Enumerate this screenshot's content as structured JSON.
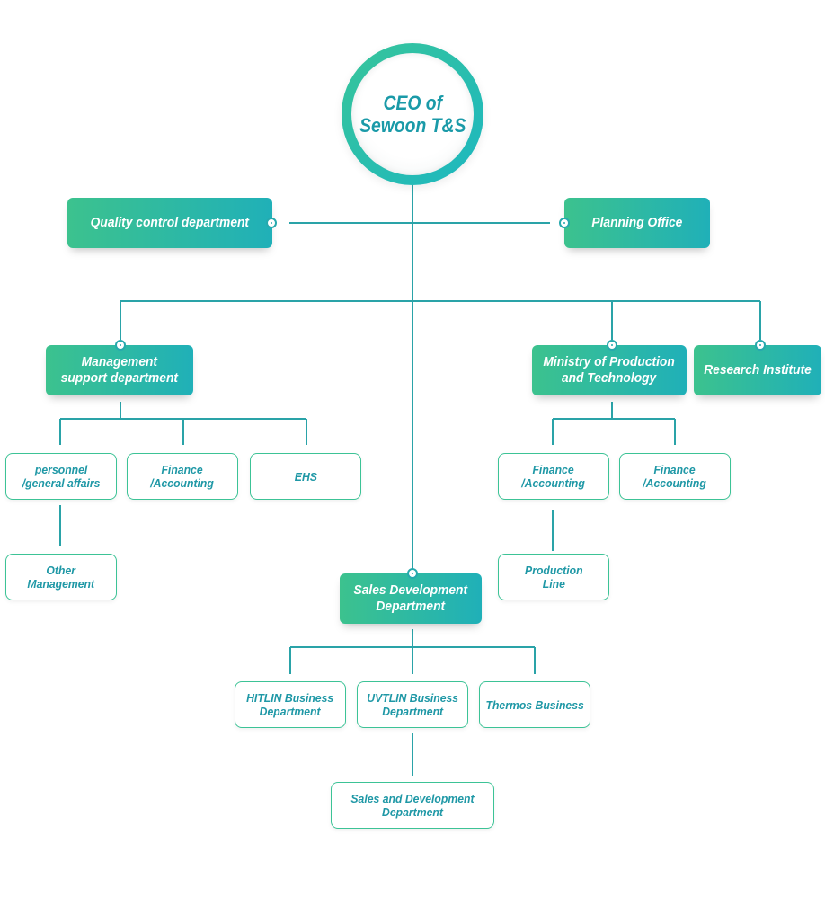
{
  "ceo": {
    "line1": "CEO of",
    "line2": "Sewoon T&S"
  },
  "departments": {
    "quality_control": "Quality control department",
    "planning_office": "Planning Office",
    "management_support": "Management\nsupport department",
    "ministry_production": "Ministry of Production\nand Technology",
    "research_institute": "Research Institute",
    "sales_development": "Sales Development\nDepartment"
  },
  "teams": {
    "personnel": "personnel\n/general affairs",
    "finance_mgmt": "Finance\n/Accounting",
    "ehs": "EHS",
    "other_management": "Other\nManagement",
    "finance_prod_1": "Finance\n/Accounting",
    "finance_prod_2": "Finance\n/Accounting",
    "production_line": "Production\nLine",
    "hitlin": "HITLIN Business\nDepartment",
    "uvtlin": "UVTLIN Business\nDepartment",
    "thermos": "Thermos Business",
    "sales_and_dev": "Sales and Development\nDepartment"
  },
  "colors": {
    "line": "#2aa3a8",
    "fill_start": "#3cc28e",
    "fill_end": "#20b0b8",
    "outline_text": "#1f98a6"
  }
}
